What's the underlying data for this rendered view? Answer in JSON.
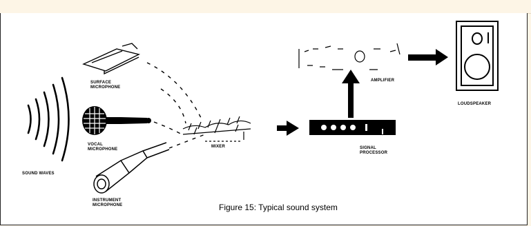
{
  "figure": {
    "caption": "Figure 15: Typical sound system",
    "labels": {
      "surface_mic": [
        "SURFACE",
        "MICROPHONE"
      ],
      "vocal_mic": [
        "VOCAL",
        "MICROPHONE"
      ],
      "instrument_mic": [
        "INSTRUMENT",
        "MICROPHONE"
      ],
      "sound_waves": "SOUND WAVES",
      "mixer": "MIXER",
      "signal_processor": [
        "SIGNAL",
        "PROCESSOR"
      ],
      "amplifier": "AMPLIFIER",
      "loudspeaker": "LOUDSPEAKER"
    }
  }
}
